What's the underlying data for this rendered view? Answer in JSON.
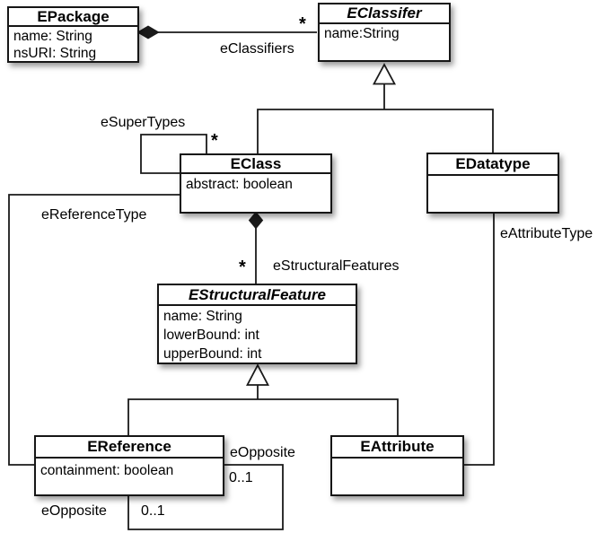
{
  "colors": {
    "line": "#1a1a1a",
    "box_background": "#ffffff",
    "text": "#000000"
  },
  "classes": {
    "epackage": {
      "name": "EPackage",
      "abstract": false,
      "attributes": [
        "name: String",
        "nsURI: String"
      ]
    },
    "eclassifer": {
      "name": "EClassifer",
      "abstract": true,
      "attributes": [
        "name:String"
      ]
    },
    "eclass": {
      "name": "EClass",
      "abstract": false,
      "attributes": [
        "abstract: boolean"
      ]
    },
    "edatatype": {
      "name": "EDatatype",
      "abstract": false,
      "attributes": []
    },
    "estructuralfeature": {
      "name": "EStructuralFeature",
      "abstract": true,
      "attributes": [
        "name: String",
        "lowerBound: int",
        "upperBound: int"
      ]
    },
    "ereference": {
      "name": "EReference",
      "abstract": false,
      "attributes": [
        "containment: boolean"
      ]
    },
    "eattribute": {
      "name": "EAttribute",
      "abstract": false,
      "attributes": []
    }
  },
  "relations": {
    "eclassifiers": {
      "label": "eClassifiers",
      "multiplicity": "*"
    },
    "esupertypes": {
      "label": "eSuperTypes",
      "multiplicity": "*"
    },
    "estructuralfeatures": {
      "label": "eStructuralFeatures",
      "multiplicity": "*"
    },
    "ereferencetype": {
      "label": "eReferenceType"
    },
    "eattributetype": {
      "label": "eAttributeType"
    },
    "eopposite_right": {
      "label": "eOpposite",
      "multiplicity": "0..1"
    },
    "eopposite_bottom": {
      "label": "eOpposite",
      "multiplicity": "0..1"
    }
  }
}
